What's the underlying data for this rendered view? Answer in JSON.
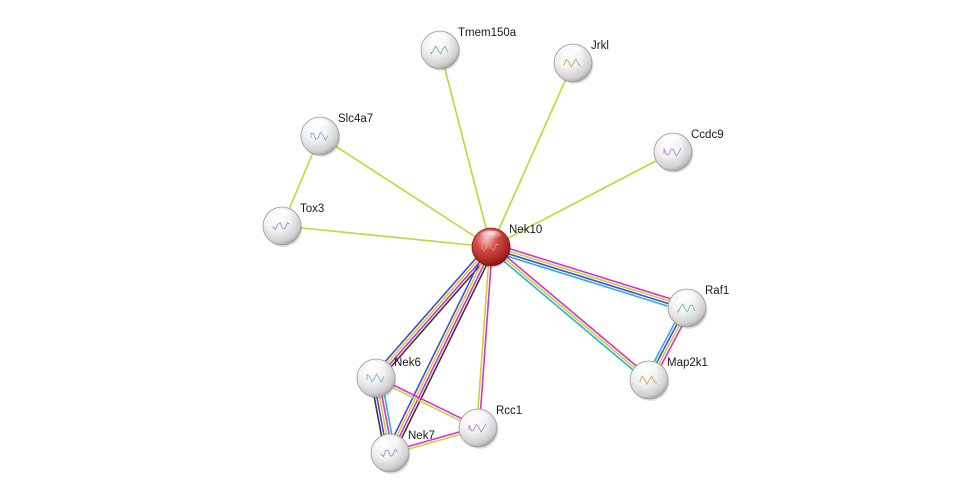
{
  "network": {
    "nodes": [
      {
        "id": "Nek10",
        "label": "Nek10",
        "role": "query"
      },
      {
        "id": "Tmem150a",
        "label": "Tmem150a"
      },
      {
        "id": "Jrkl",
        "label": "Jrkl"
      },
      {
        "id": "Slc4a7",
        "label": "Slc4a7"
      },
      {
        "id": "Ccdc9",
        "label": "Ccdc9"
      },
      {
        "id": "Tox3",
        "label": "Tox3"
      },
      {
        "id": "Raf1",
        "label": "Raf1"
      },
      {
        "id": "Map2k1",
        "label": "Map2k1"
      },
      {
        "id": "Nek6",
        "label": "Nek6"
      },
      {
        "id": "Rcc1",
        "label": "Rcc1"
      },
      {
        "id": "Nek7",
        "label": "Nek7"
      }
    ],
    "edges": [
      {
        "source": "Nek10",
        "target": "Tmem150a",
        "evidence": [
          "textmining"
        ]
      },
      {
        "source": "Nek10",
        "target": "Jrkl",
        "evidence": [
          "textmining"
        ]
      },
      {
        "source": "Nek10",
        "target": "Slc4a7",
        "evidence": [
          "textmining"
        ]
      },
      {
        "source": "Nek10",
        "target": "Ccdc9",
        "evidence": [
          "textmining"
        ]
      },
      {
        "source": "Nek10",
        "target": "Tox3",
        "evidence": [
          "textmining"
        ]
      },
      {
        "source": "Slc4a7",
        "target": "Tox3",
        "evidence": [
          "textmining"
        ]
      },
      {
        "source": "Nek10",
        "target": "Raf1",
        "evidence": [
          "experiments",
          "textmining",
          "homology",
          "database"
        ]
      },
      {
        "source": "Nek10",
        "target": "Map2k1",
        "evidence": [
          "experiments",
          "textmining",
          "database"
        ]
      },
      {
        "source": "Raf1",
        "target": "Map2k1",
        "evidence": [
          "experiments",
          "textmining",
          "homology",
          "database"
        ]
      },
      {
        "source": "Nek10",
        "target": "Nek6",
        "evidence": [
          "coexpression",
          "experiments",
          "textmining",
          "homology"
        ]
      },
      {
        "source": "Nek10",
        "target": "Nek7",
        "evidence": [
          "coexpression",
          "experiments",
          "textmining",
          "homology"
        ]
      },
      {
        "source": "Nek10",
        "target": "Rcc1",
        "evidence": [
          "experiments",
          "textmining"
        ]
      },
      {
        "source": "Nek6",
        "target": "Nek7",
        "evidence": [
          "database",
          "experiments",
          "textmining",
          "homology",
          "coexpression"
        ]
      },
      {
        "source": "Nek6",
        "target": "Rcc1",
        "evidence": [
          "experiments",
          "textmining"
        ]
      },
      {
        "source": "Nek7",
        "target": "Rcc1",
        "evidence": [
          "experiments",
          "textmining"
        ]
      }
    ]
  },
  "evidence_colors": {
    "textmining": "#c4d532",
    "experiments": "#d930d0",
    "database": "#2db0d8",
    "coexpression": "#3a3a3a",
    "homology": "#4a4ae0"
  },
  "node_colors": {
    "query": "#d43a3a",
    "default": "#eaeaea"
  }
}
